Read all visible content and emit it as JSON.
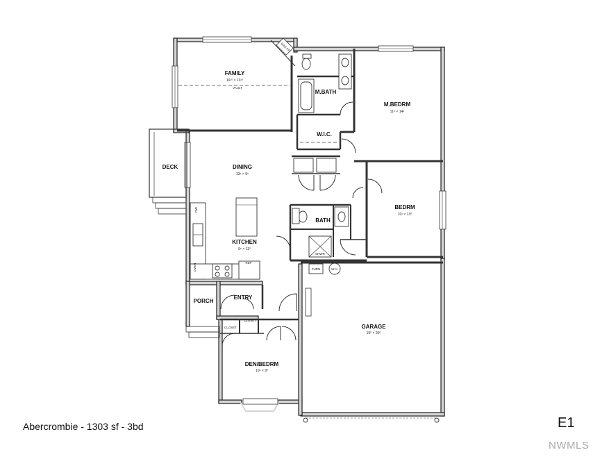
{
  "plan": {
    "caption": "Abercrombie - 1303 sf - 3bd",
    "elevation": "E1",
    "watermark": "NWMLS",
    "rooms": {
      "family": {
        "name": "FAMILY",
        "dims": "16¹⁰ × 13¹⁰",
        "note": "VAULT"
      },
      "mbath": {
        "name": "M.BATH"
      },
      "mbedrm": {
        "name": "M.BEDRM",
        "dims": "11⁹ × 14⁶"
      },
      "wic": {
        "name": "W.I.C."
      },
      "deck": {
        "name": "DECK"
      },
      "dining": {
        "name": "DINING",
        "dims": "13⁶ × 9⁶"
      },
      "bedrm": {
        "name": "BEDRM",
        "dims": "10¹ × 13⁰"
      },
      "bath": {
        "name": "BATH"
      },
      "kitchen": {
        "name": "KITCHEN",
        "dims": "9⁶ × 11⁰"
      },
      "porch": {
        "name": "PORCH"
      },
      "entry": {
        "name": "ENTRY"
      },
      "closet1": {
        "name": "CLOSET"
      },
      "closet2": {
        "name": "CLOSET"
      },
      "garage": {
        "name": "GARAGE",
        "dims": "19⁰ × 20⁰"
      },
      "den": {
        "name": "DEN/BEDRM",
        "dims": "10⁶ × 9⁰"
      }
    },
    "fixtures": {
      "gas_fp": "GAS FP",
      "furn": "FURN",
      "wh": "W.H.",
      "shwr": "SHWR",
      "dw": "DW",
      "ref": "REF",
      "oven": "OVEN"
    }
  }
}
